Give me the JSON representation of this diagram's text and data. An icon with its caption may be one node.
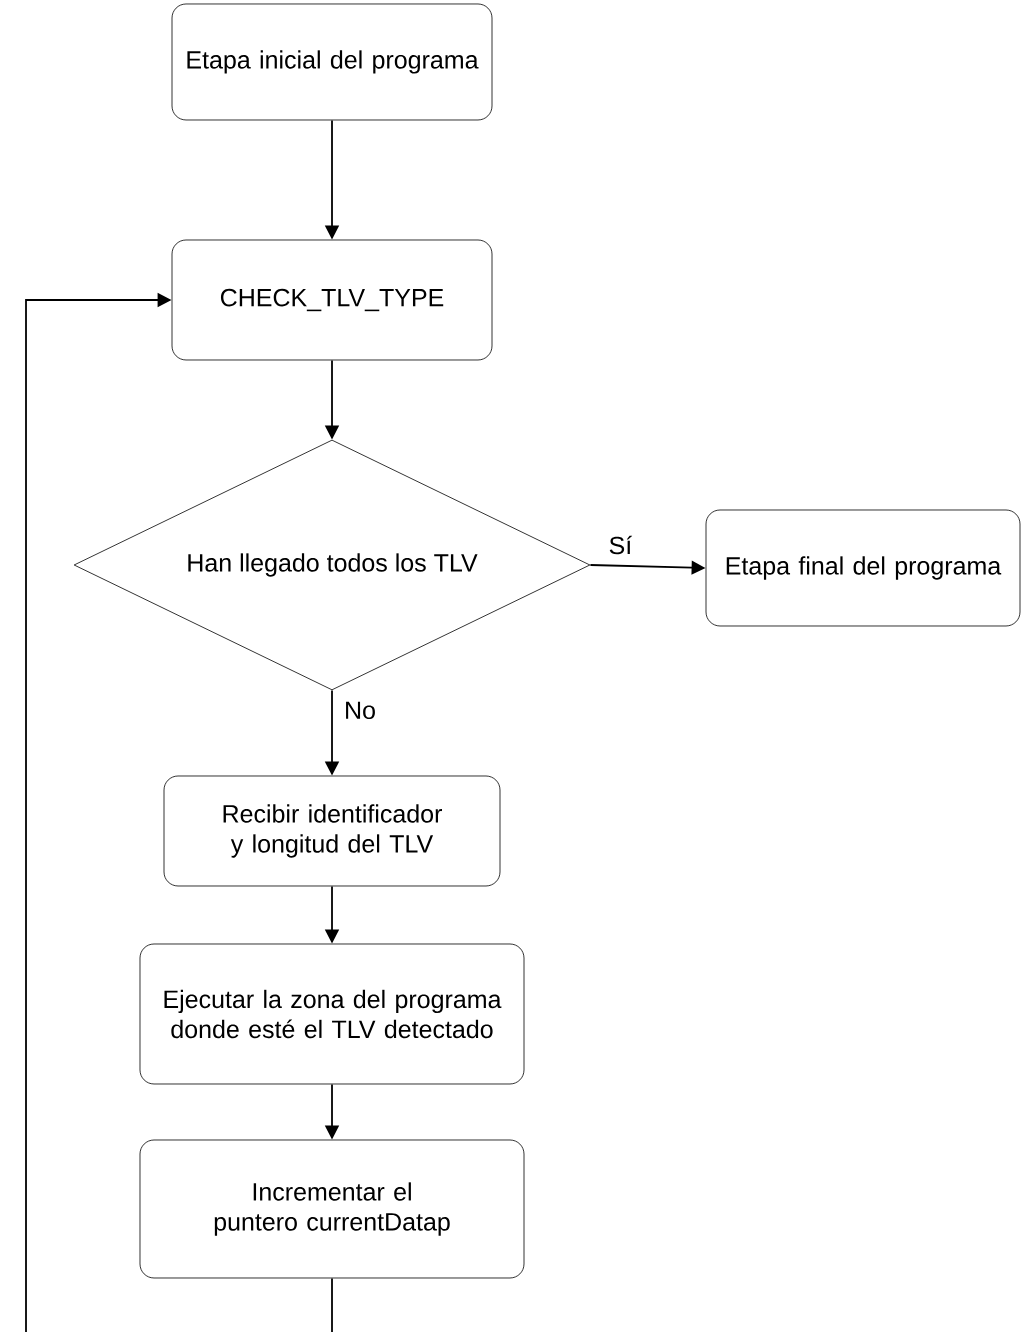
{
  "diagram": {
    "nodes": [
      {
        "text": [
          "Etapa inicial del programa"
        ]
      },
      {
        "text": [
          "CHECK_TLV_TYPE"
        ]
      },
      {
        "text": [
          "Han llegado todos los TLV"
        ]
      },
      {
        "text": [
          "Etapa final del programa"
        ]
      },
      {
        "text": [
          "Recibir identificador y longitud del TLV"
        ]
      },
      {
        "text": [
          "Ejecutar la zona del programa donde esté el TLV detectado"
        ]
      },
      {
        "text": [
          "Incrementar el puntero currentDatap"
        ]
      }
    ],
    "edges": [
      {
        "from": 0,
        "to": 1,
        "arrow": "to"
      },
      {
        "from": 1,
        "to": 2,
        "arrow": "to"
      },
      {
        "from": 2,
        "to": 3,
        "arrow": "to",
        "label": "Sí"
      },
      {
        "from": 2,
        "to": 4,
        "arrow": "to",
        "label": "No"
      },
      {
        "from": 4,
        "to": 5,
        "arrow": "to"
      },
      {
        "from": 5,
        "to": 6,
        "arrow": "to"
      },
      {
        "from": 6,
        "to": null,
        "arrow": "none"
      },
      {
        "from": null,
        "to": 1,
        "arrow": "to"
      }
    ]
  }
}
